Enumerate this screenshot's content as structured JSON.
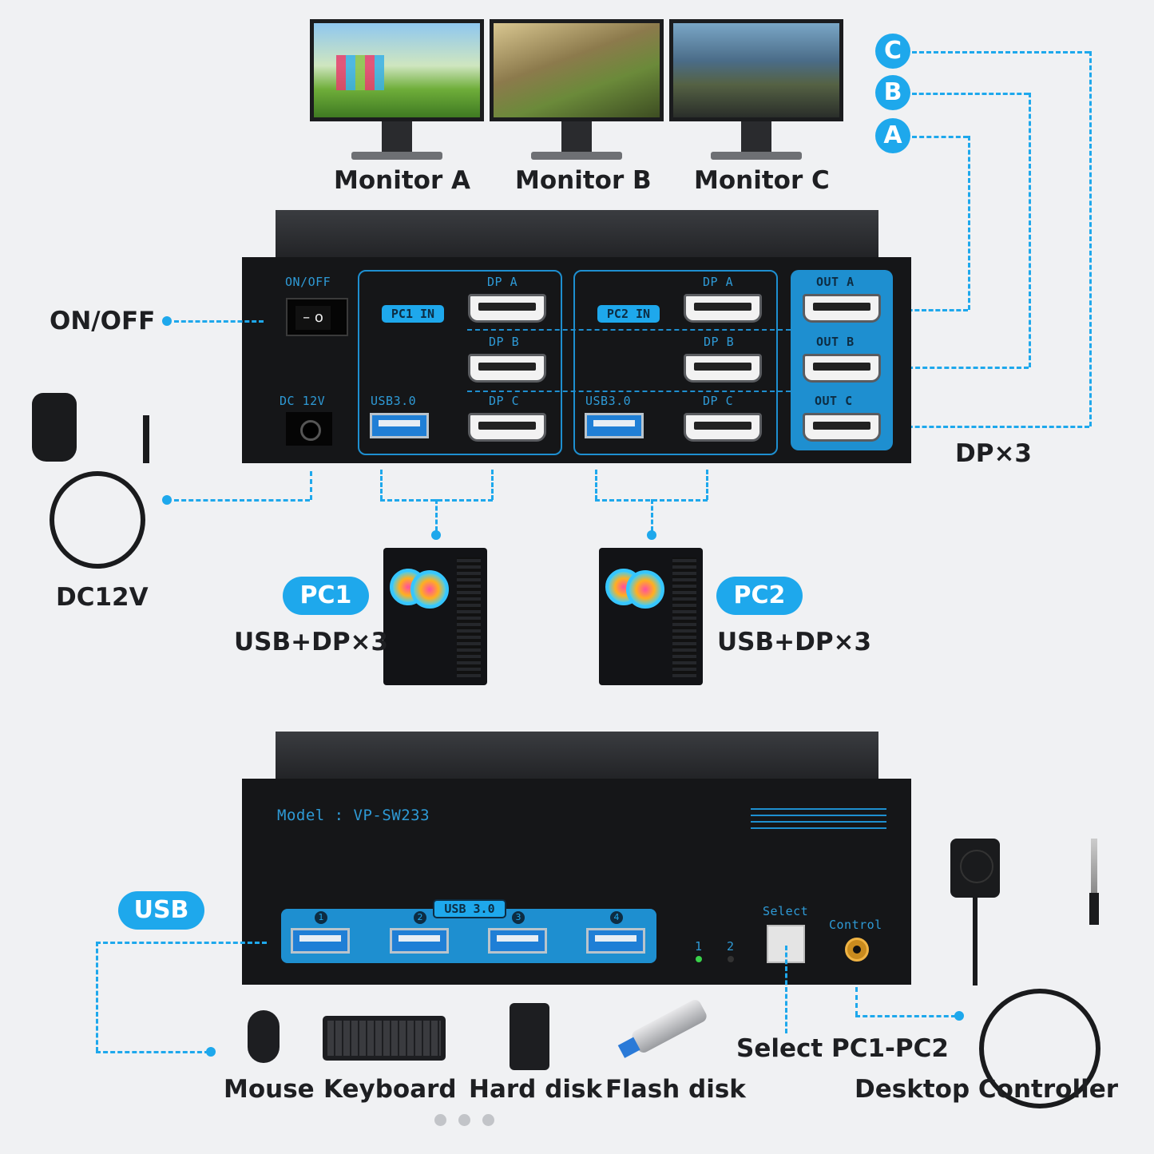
{
  "monitors": [
    {
      "label": "Monitor A"
    },
    {
      "label": "Monitor B"
    },
    {
      "label": "Monitor C"
    }
  ],
  "outputs": [
    {
      "letter": "C"
    },
    {
      "letter": "B"
    },
    {
      "letter": "A"
    }
  ],
  "callouts": {
    "on_off": "ON/OFF",
    "dc12v": "DC12V",
    "dp_x3": "DP×3",
    "pc1_badge": "PC1",
    "pc1_ports": "USB+DP×3",
    "pc2_badge": "PC2",
    "pc2_ports": "USB+DP×3",
    "usb_badge": "USB",
    "select": "Select PC1-PC2",
    "desktop_controller": "Desktop Controller"
  },
  "back_panel": {
    "on_off": "ON/OFF",
    "dc": "DC 12V",
    "pc1_in": "PC1 IN",
    "pc2_in": "PC2 IN",
    "usb30_1": "USB3.0",
    "usb30_2": "USB3.0",
    "dp_a1": "DP A",
    "dp_b1": "DP B",
    "dp_c1": "DP C",
    "dp_a2": "DP A",
    "dp_b2": "DP B",
    "dp_c2": "DP C",
    "out_a": "OUT A",
    "out_b": "OUT B",
    "out_c": "OUT C"
  },
  "front_panel": {
    "model": "Model : VP-SW233",
    "usb30": "USB 3.0",
    "port_numbers": [
      "1",
      "2",
      "3",
      "4"
    ],
    "led1": "1",
    "led2": "2",
    "select": "Select",
    "control": "Control"
  },
  "peripherals": [
    {
      "label": "Mouse"
    },
    {
      "label": "Keyboard"
    },
    {
      "label": "Hard disk"
    },
    {
      "label": "Flash disk"
    }
  ],
  "carousel": {
    "total": 3
  },
  "colors": {
    "accent": "#1ea8ec",
    "device": "#151618",
    "background": "#f0f1f3"
  }
}
